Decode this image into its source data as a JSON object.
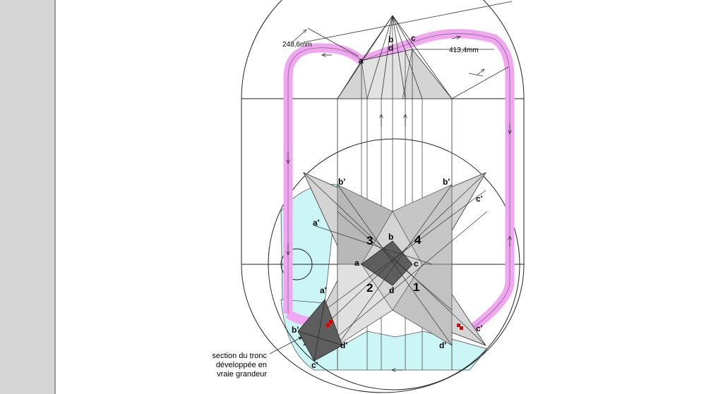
{
  "dimensions": {
    "left": "248,6mm",
    "right": "413,4mm"
  },
  "elevation_labels": {
    "a": "a",
    "b": "b",
    "c": "c",
    "d": "d"
  },
  "plan_labels": {
    "a": "a",
    "b": "b",
    "c": "c",
    "d": "d"
  },
  "projected_labels": {
    "a_top": "a'",
    "a_bottom": "a'",
    "b_left": "b'",
    "b_right": "b'",
    "b_lower_left": "b'",
    "c_upper_right": "c'",
    "c_lower_right": "c'",
    "c_bottom": "c'",
    "d_left": "d'",
    "d_right": "d'"
  },
  "face_numbers": {
    "one": "1",
    "two": "2",
    "three": "3",
    "four": "4"
  },
  "caption": {
    "line1": "section du tronc",
    "line2": "développée en",
    "line3": "vraie grandeur"
  },
  "colors": {
    "pink_path": "#f0a6f0",
    "cyan_fill": "#ccf6f6",
    "light_gray": "#d4d4d4",
    "mid_gray": "#b4b4b4",
    "dark_gray": "#5e5e5e",
    "red_marker": "#e00000"
  }
}
